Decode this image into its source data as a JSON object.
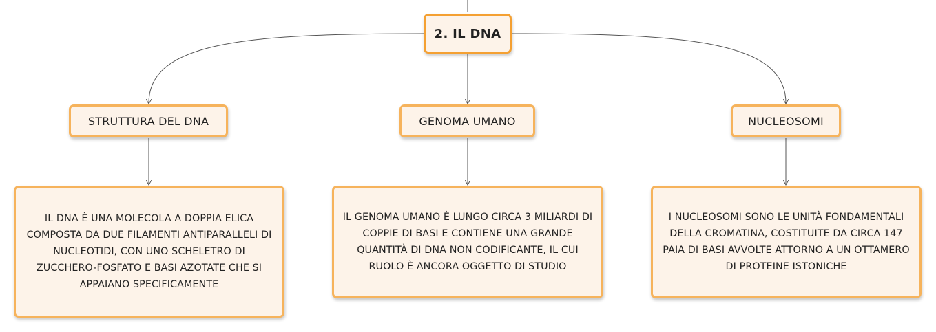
{
  "map": {
    "root": {
      "label": "2. IL DNA"
    },
    "topics": [
      {
        "title": "STRUTTURA DEL DNA",
        "detail": "IL DNA È UNA MOLECOLA A DOPPIA ELICA COMPOSTA DA DUE FILAMENTI ANTIPARALLELI DI NUCLEOTIDI, CON UNO SCHELETRO DI ZUCCHERO-FOSFATO E BASI AZOTATE CHE SI APPAIANO SPECIFICAMENTE"
      },
      {
        "title": "GENOMA UMANO",
        "detail": "IL GENOMA UMANO È LUNGO CIRCA 3 MILIARDI DI COPPIE DI BASI E CONTIENE UNA GRANDE QUANTITÀ DI DNA NON CODIFICANTE, IL CUI RUOLO È ANCORA OGGETTO DI STUDIO"
      },
      {
        "title": "NUCLEOSOMI",
        "detail": "I NUCLEOSOMI SONO LE UNITÀ FONDAMENTALI DELLA CROMATINA, COSTITUITE DA CIRCA 147 PAIA DI BASI AVVOLTE ATTORNO A UN OTTAMERO DI PROTEINE ISTONICHE"
      }
    ]
  },
  "colors": {
    "node_fill": "#fdf3e9",
    "node_border": "#f6b35c",
    "root_border": "#f4a032",
    "connector": "#555555"
  }
}
